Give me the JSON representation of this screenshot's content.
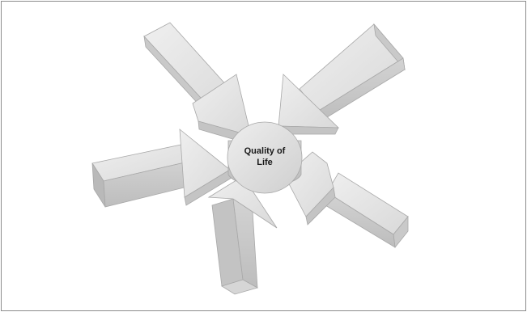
{
  "diagram": {
    "center_label_line1": "Quality of",
    "center_label_line2": "Life",
    "arrow_count": 5,
    "colors": {
      "arrow_top": "#e6e6e6",
      "arrow_side": "#cfcfcf",
      "arrow_dark": "#b9b9b9",
      "arrow_edge": "#a8a8a8",
      "hub_face": "#e2e2e2",
      "hub_side": "#c7c7c7",
      "frame_border": "#8c8c8c"
    }
  }
}
